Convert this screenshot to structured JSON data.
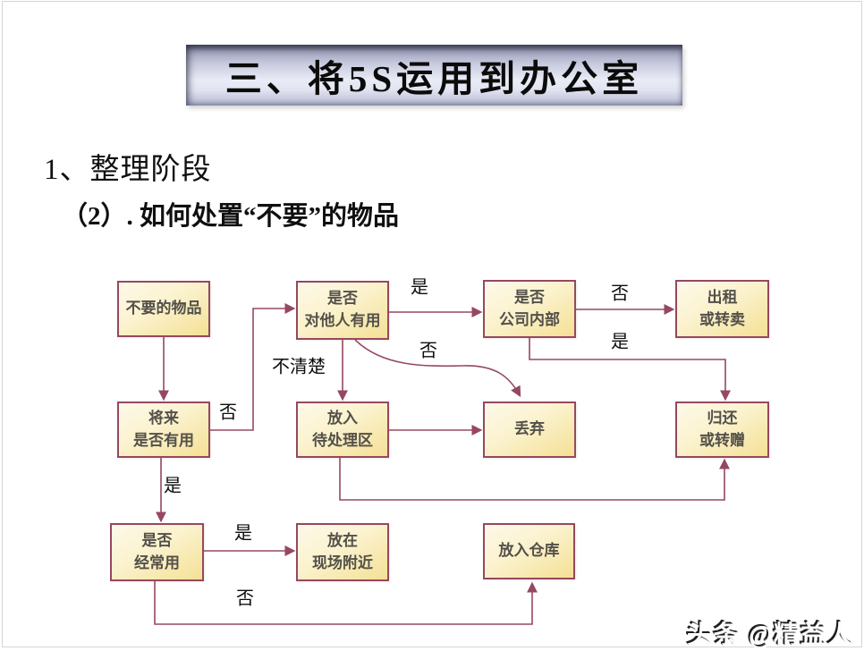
{
  "slide": {
    "title": "三、将5S运用到办公室",
    "heading1": "1、整理阶段",
    "heading2": "（2）. 如何处置“不要”的物品"
  },
  "flowchart": {
    "nodes": {
      "unwanted_items": "不要的物品",
      "useful_to_others": "是否\n对他人有用",
      "company_internal": "是否\n公司内部",
      "rent_or_resell": "出租\n或转卖",
      "future_useful": "将来\n是否有用",
      "pending_area": "放入\n待处理区",
      "discard": "丢弃",
      "return_or_gift": "归还\n或转赠",
      "frequently_used": "是否\n经常用",
      "near_worksite": "放在\n现场附近",
      "warehouse": "放入仓库"
    },
    "edge_labels": {
      "yes_top": "是",
      "no_top": "否",
      "yes_internal": "是",
      "unclear": "不清楚",
      "no_others": "否",
      "no_future": "否",
      "yes_future": "是",
      "yes_frequent": "是",
      "no_frequent": "否"
    },
    "edges": [
      {
        "from": "unwanted_items",
        "to": "future_useful",
        "label": ""
      },
      {
        "from": "future_useful",
        "to": "useful_to_others",
        "label": "否"
      },
      {
        "from": "useful_to_others",
        "to": "company_internal",
        "label": "是"
      },
      {
        "from": "company_internal",
        "to": "rent_or_resell",
        "label": "否"
      },
      {
        "from": "company_internal",
        "to": "return_or_gift",
        "label": "是"
      },
      {
        "from": "useful_to_others",
        "to": "pending_area",
        "label": "不清楚"
      },
      {
        "from": "useful_to_others",
        "to": "discard",
        "label": "否"
      },
      {
        "from": "pending_area",
        "to": "discard",
        "label": ""
      },
      {
        "from": "pending_area",
        "to": "return_or_gift",
        "label": ""
      },
      {
        "from": "future_useful",
        "to": "frequently_used",
        "label": "是"
      },
      {
        "from": "frequently_used",
        "to": "near_worksite",
        "label": "是"
      },
      {
        "from": "frequently_used",
        "to": "warehouse",
        "label": "否"
      }
    ],
    "colors": {
      "node_fill_light": "#fdf9e9",
      "node_fill_dark": "#f4e094",
      "node_border": "#954860",
      "connector_line": "#954860",
      "node_text": "#53504a",
      "banner_light": "#e9ebf6",
      "banner_dark": "#70758c"
    }
  },
  "watermark": {
    "text": "头条 @精益人"
  }
}
